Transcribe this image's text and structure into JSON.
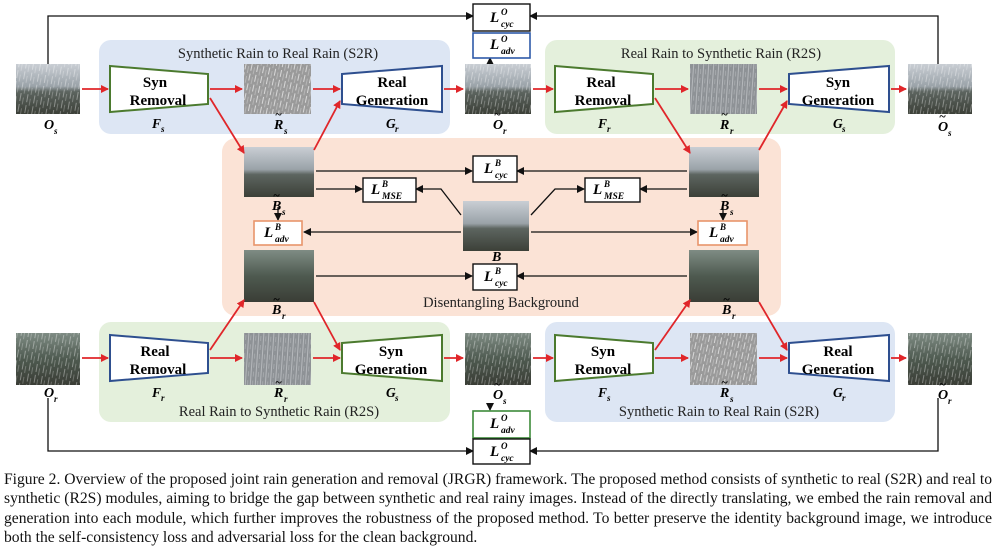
{
  "regions": {
    "s2r_top": "Synthetic Rain to Real Rain (S2R)",
    "r2s_top": "Real Rain to Synthetic Rain (R2S)",
    "r2s_bottom": "Real Rain to Synthetic Rain (R2S)",
    "s2r_bottom": "Synthetic Rain to Real Rain (S2R)",
    "background": "Disentangling Background"
  },
  "modules": {
    "top_syn_removal": [
      "Syn",
      "Removal"
    ],
    "top_real_generation": [
      "Real",
      "Generation"
    ],
    "top_real_removal": [
      "Real",
      "Removal"
    ],
    "top_syn_generation": [
      "Syn",
      "Generation"
    ],
    "bot_real_removal": [
      "Real",
      "Removal"
    ],
    "bot_syn_generation": [
      "Syn",
      "Generation"
    ],
    "bot_syn_removal": [
      "Syn",
      "Removal"
    ],
    "bot_real_generation": [
      "Real",
      "Generation"
    ]
  },
  "module_labels": {
    "top_fs": {
      "base": "F",
      "sub": "s"
    },
    "top_gr": {
      "base": "G",
      "sub": "r"
    },
    "top_fr": {
      "base": "F",
      "sub": "r"
    },
    "top_gs": {
      "base": "G",
      "sub": "s"
    },
    "bot_fr": {
      "base": "F",
      "sub": "r"
    },
    "bot_gs": {
      "base": "G",
      "sub": "s"
    },
    "bot_fs": {
      "base": "F",
      "sub": "s"
    },
    "bot_gr": {
      "base": "G",
      "sub": "r"
    }
  },
  "image_labels": {
    "top_os": {
      "base": "O",
      "sub": "s",
      "tilde": false
    },
    "top_rs": {
      "base": "R",
      "sub": "s",
      "tilde": true
    },
    "top_or": {
      "base": "O",
      "sub": "r",
      "tilde": true
    },
    "top_rr": {
      "base": "R",
      "sub": "r",
      "tilde": true
    },
    "top_os_out": {
      "base": "O",
      "sub": "s",
      "tilde": true
    },
    "mid_bs": {
      "base": "B",
      "sub": "s",
      "tilde": true
    },
    "mid_bs_right": {
      "base": "B",
      "sub": "s",
      "tilde": true
    },
    "mid_b": {
      "base": "B",
      "sub": "",
      "tilde": false
    },
    "mid_br": {
      "base": "B",
      "sub": "r",
      "tilde": true
    },
    "mid_br_right": {
      "base": "B",
      "sub": "r",
      "tilde": true
    },
    "bot_or": {
      "base": "O",
      "sub": "r",
      "tilde": false
    },
    "bot_rr": {
      "base": "R",
      "sub": "r",
      "tilde": true
    },
    "bot_os": {
      "base": "O",
      "sub": "s",
      "tilde": true
    },
    "bot_rs": {
      "base": "R",
      "sub": "s",
      "tilde": true
    },
    "bot_or_out": {
      "base": "O",
      "sub": "r",
      "tilde": true
    }
  },
  "losses": {
    "top_cyc": {
      "base": "L",
      "sup": "O",
      "sub": "cyc"
    },
    "top_adv": {
      "base": "L",
      "sup": "O",
      "sub": "adv"
    },
    "mid_cyc_top": {
      "base": "L",
      "sup": "B",
      "sub": "cyc"
    },
    "mse_left": {
      "base": "L",
      "sup": "B",
      "sub": "MSE"
    },
    "mse_right": {
      "base": "L",
      "sup": "B",
      "sub": "MSE"
    },
    "adv_left": {
      "base": "L",
      "sup": "B",
      "sub": "adv"
    },
    "adv_right": {
      "base": "L",
      "sup": "B",
      "sub": "adv"
    },
    "mid_cyc_bottom": {
      "base": "L",
      "sup": "B",
      "sub": "cyc"
    },
    "bot_adv": {
      "base": "L",
      "sup": "O",
      "sub": "adv"
    },
    "bot_cyc": {
      "base": "L",
      "sup": "O",
      "sub": "cyc"
    }
  },
  "caption": "Figure 2. Overview of the proposed joint rain generation and removal (JRGR) framework. The proposed method consists of synthetic to real (S2R) and real to synthetic (R2S) modules, aiming to bridge the gap between synthetic and real rainy images. Instead of the directly translating, we embed the rain removal and generation into each module, which further improves the robustness of the proposed method. To better preserve the identity background image, we introduce both the self-consistency loss and adversarial loss for the clean background.",
  "colors": {
    "blue_region": "#dde6f4",
    "green_region": "#e4f0dc",
    "orange_region": "#fbe3d6",
    "removal_stroke": "#4b7a2e",
    "generation_stroke": "#2e4f8f",
    "arrow_red": "#e0262a",
    "adv_orange_stroke": "#e8956b",
    "adv_blue_stroke": "#2e5aa8",
    "adv_green_stroke": "#3d8a3a"
  },
  "icons": [
    "street-rainy-photo",
    "street-clean-photo",
    "pedestrian-rainy-photo",
    "pedestrian-clean-photo",
    "rain-streak-texture"
  ]
}
